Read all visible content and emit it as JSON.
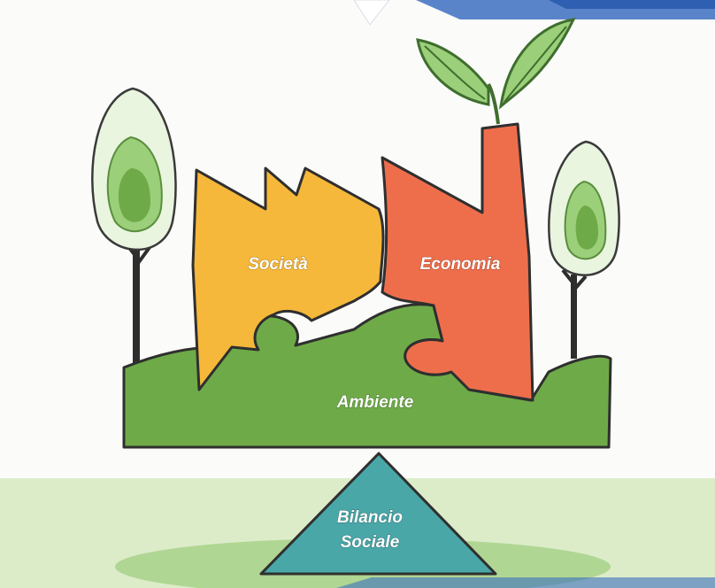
{
  "diagram": {
    "pieces": {
      "society": "Società",
      "economy": "Economia",
      "environment": "Ambiente"
    },
    "base": {
      "line1": "Bilancio",
      "line2": "Sociale"
    }
  },
  "colors": {
    "society": "#f6b83a",
    "economy": "#ee6e4c",
    "environment": "#6eab48",
    "base": "#4aa7a8",
    "leaves": "#9ccf7a",
    "ground": "#dcecc9",
    "accent_blue": "#2f5fb0"
  }
}
